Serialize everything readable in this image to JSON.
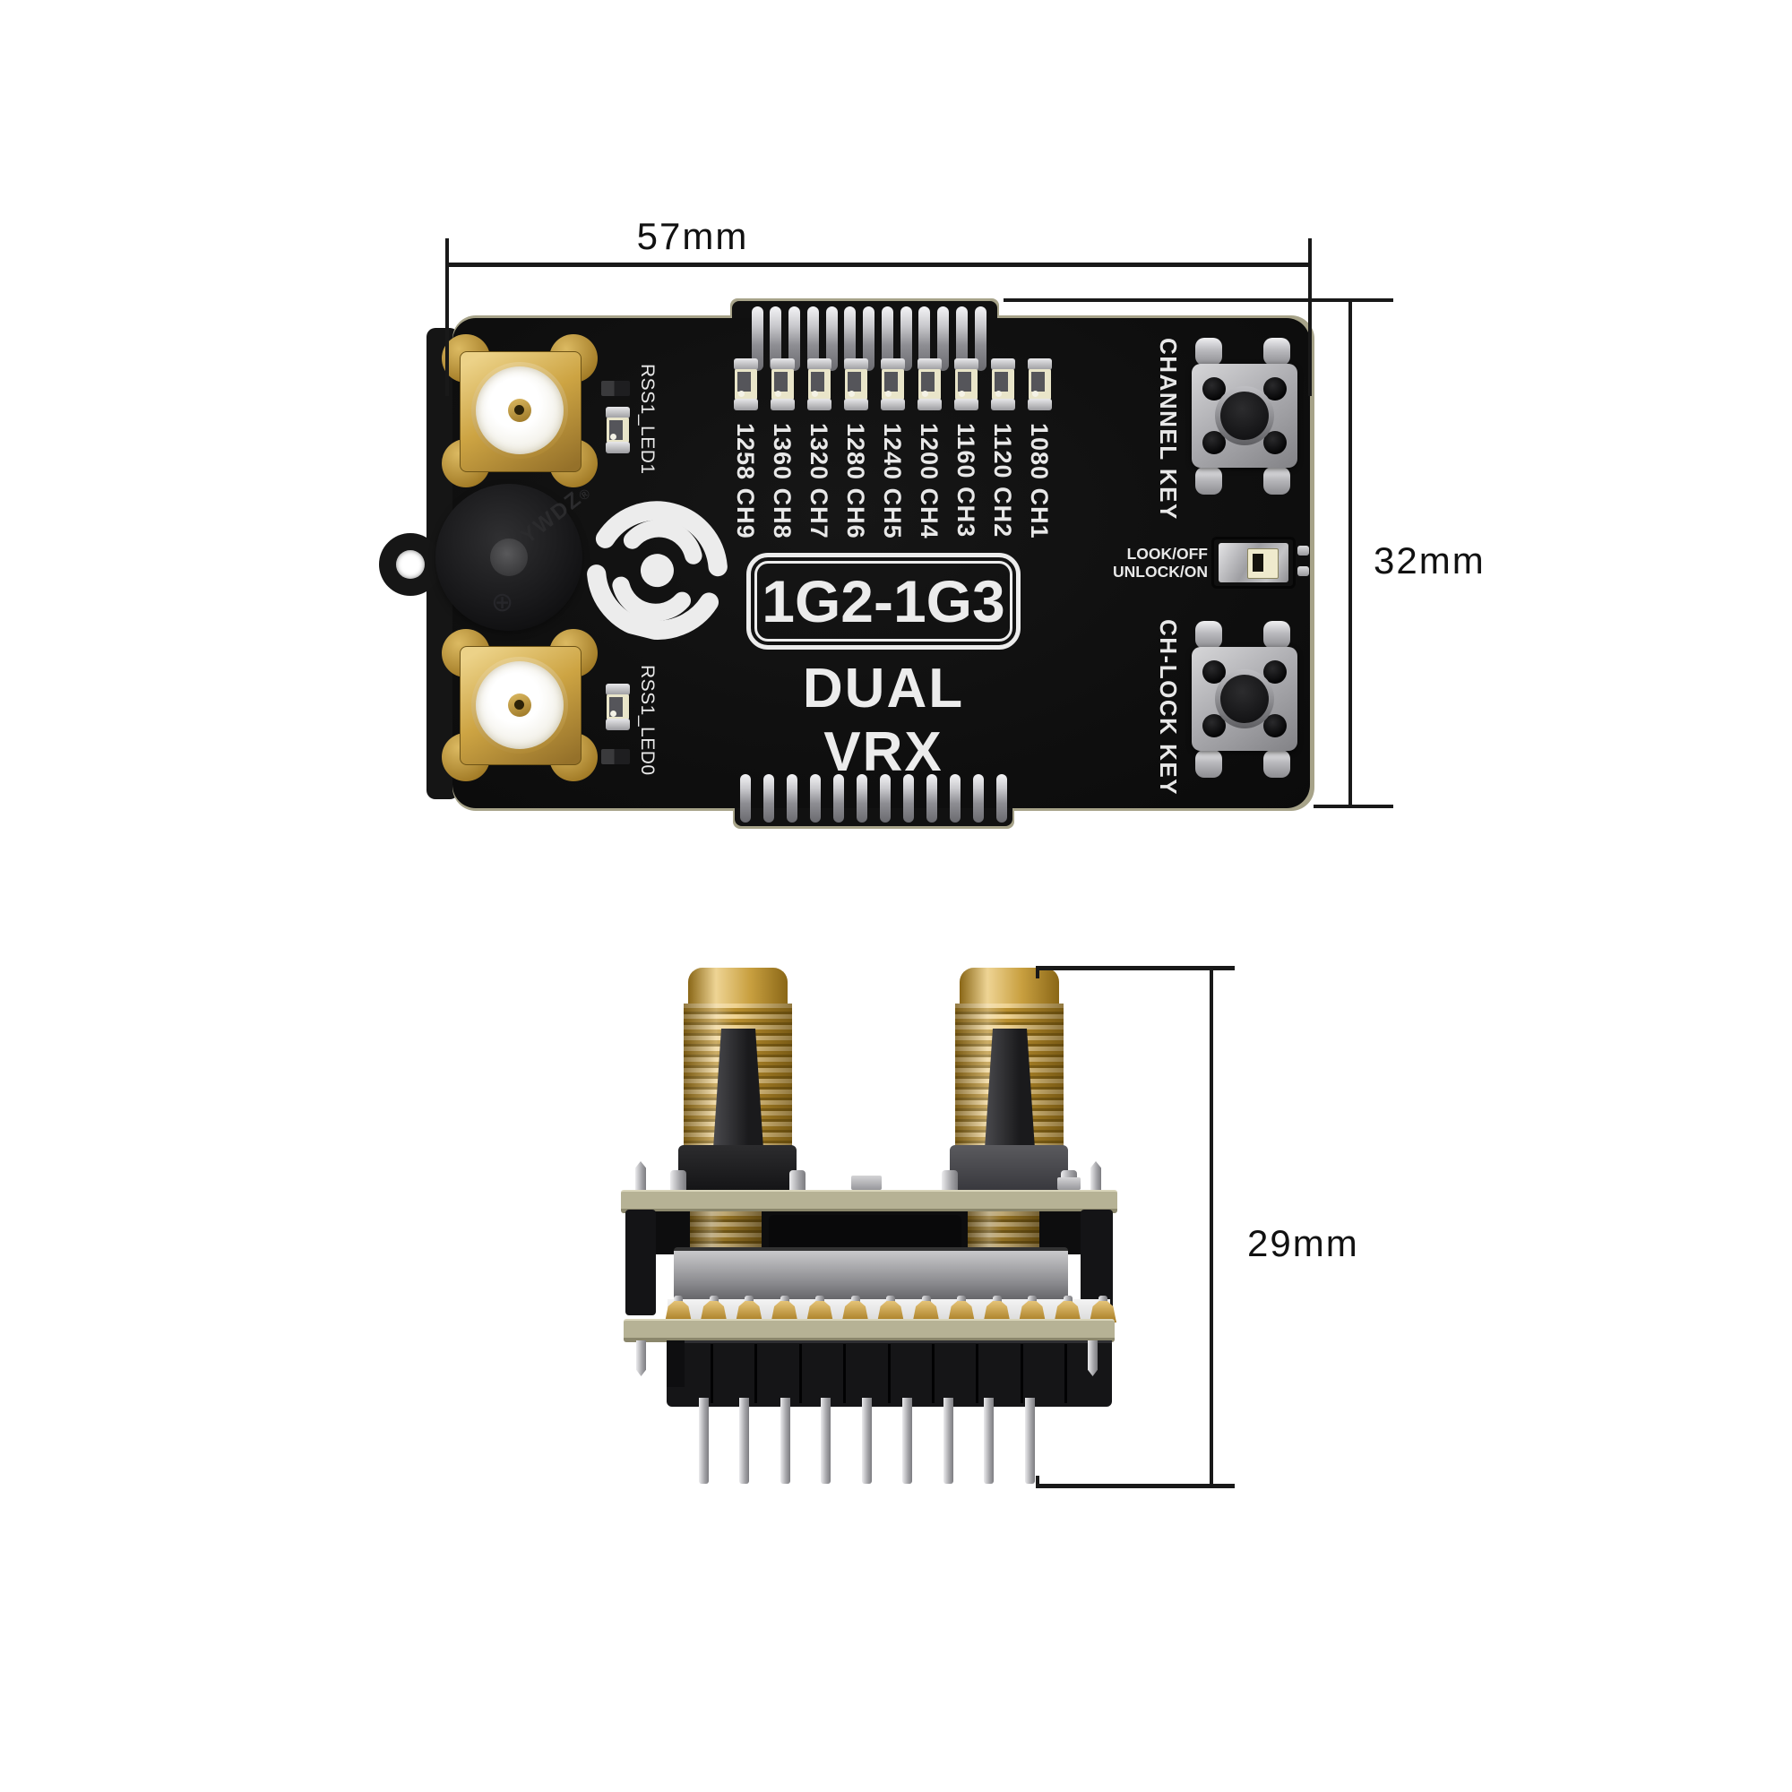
{
  "figure": {
    "type": "product-dimension-diagram",
    "views": [
      "top",
      "side"
    ]
  },
  "dimensions": {
    "board_width_label": "57mm",
    "board_height_label": "32mm",
    "side_height_label": "29mm"
  },
  "top_view": {
    "badge_label": "1G2-1G3",
    "product_label": "DUAL VRX",
    "rssi_led1_label": "RSS1_LED1",
    "rssi_led0_label": "RSS1_LED0",
    "channel_key_label": "CHANNEL KEY",
    "ch_lock_key_label": "CH-LOCK KEY",
    "switch_label_line1": "LOOK/OFF",
    "switch_label_line2": "UNLOCK/ON",
    "buzzer_marking": "YWDZ",
    "buzzer_reg_symbol": "®",
    "buzzer_polarity_symbol": "⊕",
    "channel_labels": [
      "1258 CH9",
      "1360 CH8",
      "1320 CH7",
      "1280 CH6",
      "1240 CH5",
      "1200 CH4",
      "1160 CH3",
      "1120 CH2",
      "1080 CH1"
    ],
    "top_pin_count": 13,
    "bottom_pin_count": 12
  },
  "side_view": {
    "long_pin_count": 9,
    "solder_bump_count": 13,
    "header_separator_count": 9
  },
  "icons": {
    "logo": "broadcast-signal-icon"
  },
  "colors": {
    "gold": "#c9a244",
    "pcb_edge_olive": "#a7a389",
    "pcb_slab_olive": "#b6b295",
    "board_black": "#101010",
    "silver": "#c9c9cd",
    "silkscreen_white": "#e8e8e8",
    "led_body_cream": "#e9e5c9",
    "dimension_line": "#191919",
    "background": "#ffffff"
  }
}
